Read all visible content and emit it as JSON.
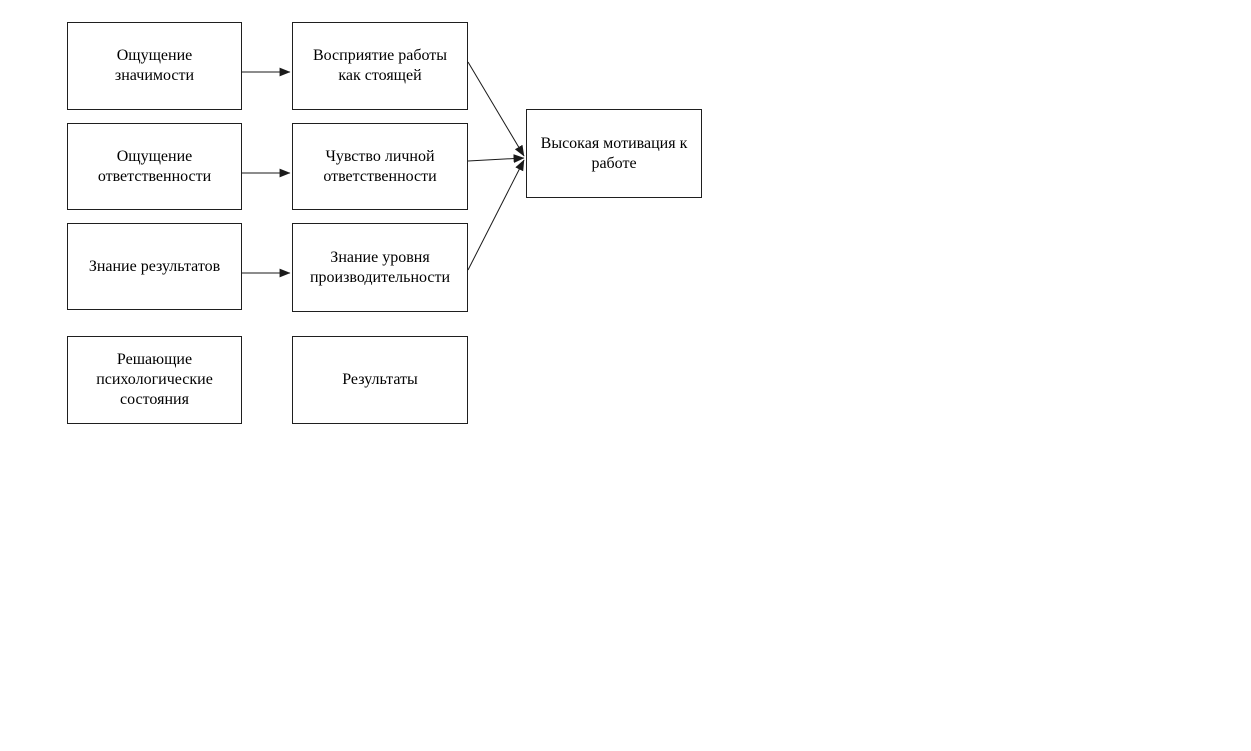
{
  "diagram": {
    "boxes": [
      {
        "id": "sense-of-meaningfulness",
        "label": "Ощущение значимости"
      },
      {
        "id": "perception-of-work-as-worthwhile",
        "label": "Восприятие работы как стоящей"
      },
      {
        "id": "sense-of-responsibility",
        "label": "Ощущение ответственности"
      },
      {
        "id": "feeling-of-personal-responsibility",
        "label": "Чувство личной ответственности"
      },
      {
        "id": "knowledge-of-results",
        "label": "Знание результатов"
      },
      {
        "id": "knowledge-of-productivity-level",
        "label": "Знание уровня производительности"
      },
      {
        "id": "critical-psychological-states",
        "label": "Решающие психологические состояния"
      },
      {
        "id": "results",
        "label": "Результаты"
      },
      {
        "id": "high-work-motivation",
        "label": "Высокая мотивация к работе"
      }
    ],
    "edges": [
      {
        "from": "sense-of-meaningfulness",
        "to": "perception-of-work-as-worthwhile"
      },
      {
        "from": "sense-of-responsibility",
        "to": "feeling-of-personal-responsibility"
      },
      {
        "from": "knowledge-of-results",
        "to": "knowledge-of-productivity-level"
      },
      {
        "from": "perception-of-work-as-worthwhile",
        "to": "high-work-motivation"
      },
      {
        "from": "feeling-of-personal-responsibility",
        "to": "high-work-motivation"
      },
      {
        "from": "knowledge-of-productivity-level",
        "to": "high-work-motivation"
      }
    ],
    "colors": {
      "box_border": "#1f1f1f",
      "box_background": "#ffffff",
      "text": "#000000",
      "connector": "#1a1a1a"
    }
  }
}
